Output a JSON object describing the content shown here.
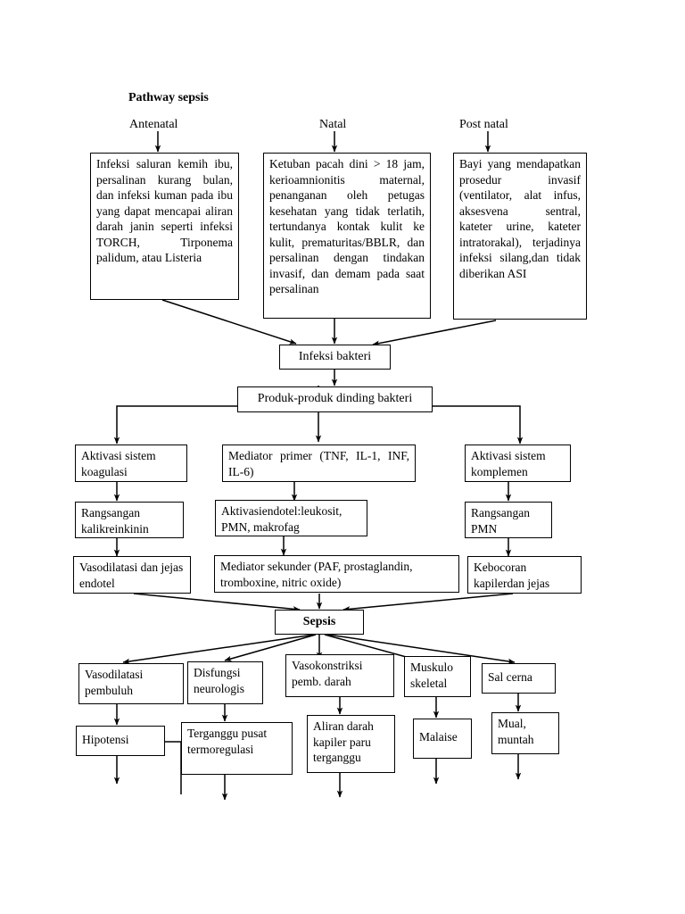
{
  "document": {
    "title": "Pathway sepsis"
  },
  "chart_data": {
    "type": "diagram",
    "title": "Pathway sepsis",
    "orientation": "top-down flowchart",
    "columns": [
      {
        "id": "antenatal",
        "label": "Antenatal"
      },
      {
        "id": "natal",
        "label": "Natal"
      },
      {
        "id": "postnatal",
        "label": "Post natal"
      }
    ],
    "nodes": [
      {
        "id": "n1",
        "text": "Infeksi saluran kemih ibu, persalinan kurang bulan, dan infeksi kuman pada ibu yang dapat mencapai aliran darah janin seperti infeksi TORCH, Tirponema palidum, atau Listeria"
      },
      {
        "id": "n2",
        "text": "Ketuban pacah dini > 18 jam, kerioamnionitis maternal, penanganan oleh petugas kesehatan yang tidak terlatih, tertundanya kontak kulit ke kulit, prematuritas/BBLR, dan persalinan dengan tindakan invasif, dan demam pada saat persalinan"
      },
      {
        "id": "n3",
        "text": "Bayi yang mendapatkan prosedur invasif (ventilator, alat infus, aksesvena sentral, kateter urine, kateter intratorakal), terjadinya infeksi silang,dan tidak diberikan ASI"
      },
      {
        "id": "n4",
        "text": "Infeksi bakteri"
      },
      {
        "id": "n5",
        "text": "Produk-produk dinding bakteri"
      },
      {
        "id": "n6",
        "text": "Aktivasi sistem koagulasi"
      },
      {
        "id": "n7",
        "text": "Mediator primer (TNF, IL-1, INF, IL-6)"
      },
      {
        "id": "n8",
        "text": "Aktivasi sistem komplemen"
      },
      {
        "id": "n9",
        "text": "Rangsangan kalikreinkinin"
      },
      {
        "id": "n10",
        "text": "Aktivasiendotel:leukosit, PMN, makrofag"
      },
      {
        "id": "n11",
        "text": "Rangsangan PMN"
      },
      {
        "id": "n12",
        "text": "Vasodilatasi dan jejas endotel"
      },
      {
        "id": "n13",
        "text": "Mediator sekunder (PAF, prostaglandin, tromboxine, nitric oxide)"
      },
      {
        "id": "n14",
        "text": "Kebocoran kapilerdan jejas"
      },
      {
        "id": "n15",
        "text": "Sepsis"
      },
      {
        "id": "n16",
        "text": "Vasodilatasi pembuluh"
      },
      {
        "id": "n17",
        "text": "Disfungsi neurologis"
      },
      {
        "id": "n18",
        "text": "Vasokonstriksi pemb. darah"
      },
      {
        "id": "n19",
        "text": "Muskulo skeletal"
      },
      {
        "id": "n20",
        "text": "Sal cerna"
      },
      {
        "id": "n21",
        "text": "Hipotensi"
      },
      {
        "id": "n22",
        "text": "Terganggu pusat termoregulasi"
      },
      {
        "id": "n23",
        "text": "Aliran darah kapiler paru terganggu"
      },
      {
        "id": "n24",
        "text": "Malaise"
      },
      {
        "id": "n25",
        "text": "Mual, muntah"
      }
    ],
    "edges": [
      {
        "from": "antenatal",
        "to": "n1"
      },
      {
        "from": "natal",
        "to": "n2"
      },
      {
        "from": "postnatal",
        "to": "n3"
      },
      {
        "from": "n1",
        "to": "n4"
      },
      {
        "from": "n2",
        "to": "n4"
      },
      {
        "from": "n3",
        "to": "n4"
      },
      {
        "from": "n4",
        "to": "n5"
      },
      {
        "from": "n5",
        "to": "n6"
      },
      {
        "from": "n5",
        "to": "n7"
      },
      {
        "from": "n5",
        "to": "n8"
      },
      {
        "from": "n6",
        "to": "n9"
      },
      {
        "from": "n7",
        "to": "n10"
      },
      {
        "from": "n8",
        "to": "n11"
      },
      {
        "from": "n9",
        "to": "n12"
      },
      {
        "from": "n10",
        "to": "n13"
      },
      {
        "from": "n11",
        "to": "n14"
      },
      {
        "from": "n12",
        "to": "n15"
      },
      {
        "from": "n13",
        "to": "n15"
      },
      {
        "from": "n14",
        "to": "n15"
      },
      {
        "from": "n15",
        "to": "n16"
      },
      {
        "from": "n15",
        "to": "n17"
      },
      {
        "from": "n15",
        "to": "n18"
      },
      {
        "from": "n15",
        "to": "n19"
      },
      {
        "from": "n15",
        "to": "n20"
      },
      {
        "from": "n16",
        "to": "n21"
      },
      {
        "from": "n17",
        "to": "n22"
      },
      {
        "from": "n18",
        "to": "n23"
      },
      {
        "from": "n19",
        "to": "n24"
      },
      {
        "from": "n20",
        "to": "n25"
      },
      {
        "from": "n21",
        "to": "below"
      },
      {
        "from": "n22",
        "to": "below"
      },
      {
        "from": "n23",
        "to": "below"
      },
      {
        "from": "n24",
        "to": "below"
      },
      {
        "from": "n25",
        "to": "below"
      }
    ],
    "colors": {
      "stroke": "#000000",
      "fill": "#ffffff",
      "text": "#000000"
    }
  }
}
